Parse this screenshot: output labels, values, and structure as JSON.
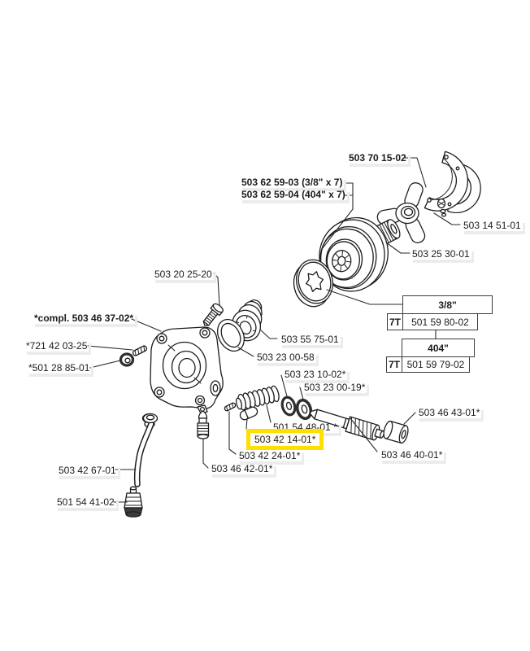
{
  "parts": {
    "clutch_assembly": "503 70 15-02",
    "drum_38": "503 62 59-03 (3/8\" x 7)",
    "drum_404": "503 62 59-04 (404\" x 7)",
    "clutch_bolt": "503 14 51-01",
    "needle_bearing": "503 25 30-01",
    "screw": "503 20 25-20",
    "pump_complete": "*compl. 503 46 37-02*",
    "roll_pin_left": "*721 42 03-25",
    "washer_left": "*501 28 85-01",
    "worm_gear": "503 55 75-01",
    "oring": "503 23 00-58",
    "washer_a": "503 23 10-02*",
    "washer_b": "503 23 00-19*",
    "spring": "501 54 48-01 *",
    "piston_highlighted": "503 42 14-01*",
    "small_pin": "503 42 24-01*",
    "valve": "503 46 42-01*",
    "cylinder": "503 46 43-01*",
    "pump_shaft": "503 46 40-01*",
    "oil_hose": "503 42 67-01",
    "oil_filter": "501 54 41-02"
  },
  "sprocket_table": {
    "rows": [
      {
        "size": "3/8\"",
        "teeth": "7T",
        "part": "501 59 80-02"
      },
      {
        "size": "404\"",
        "teeth": "7T",
        "part": "501 59 79-02"
      }
    ]
  },
  "colors": {
    "highlight_border": "#ffdf00",
    "highlight_fill": "#fffdf4",
    "label_shadow": "#ececec",
    "line": "#1d1d1d"
  }
}
